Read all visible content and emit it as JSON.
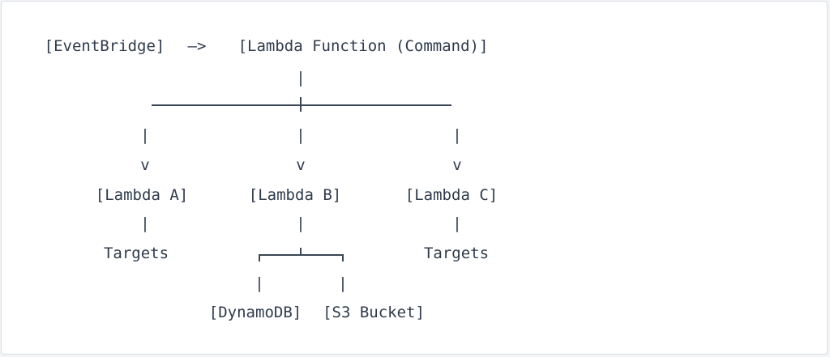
{
  "diagram": {
    "nodes": {
      "eventbridge": "[EventBridge]",
      "arrow": "—>",
      "command": "[Lambda Function (Command)]",
      "lambda_a": "[Lambda A]",
      "lambda_b": "[Lambda B]",
      "lambda_c": "[Lambda C]",
      "targets_a": "Targets",
      "targets_c": "Targets",
      "dynamodb": "[DynamoDB]",
      "s3": "[S3 Bucket]"
    },
    "glyphs": {
      "pipe": "|",
      "arrowhead": "v"
    },
    "colors": {
      "text": "#2f3b4c",
      "line": "#3a4657",
      "border": "#d9dde3",
      "background": "#ffffff"
    }
  }
}
